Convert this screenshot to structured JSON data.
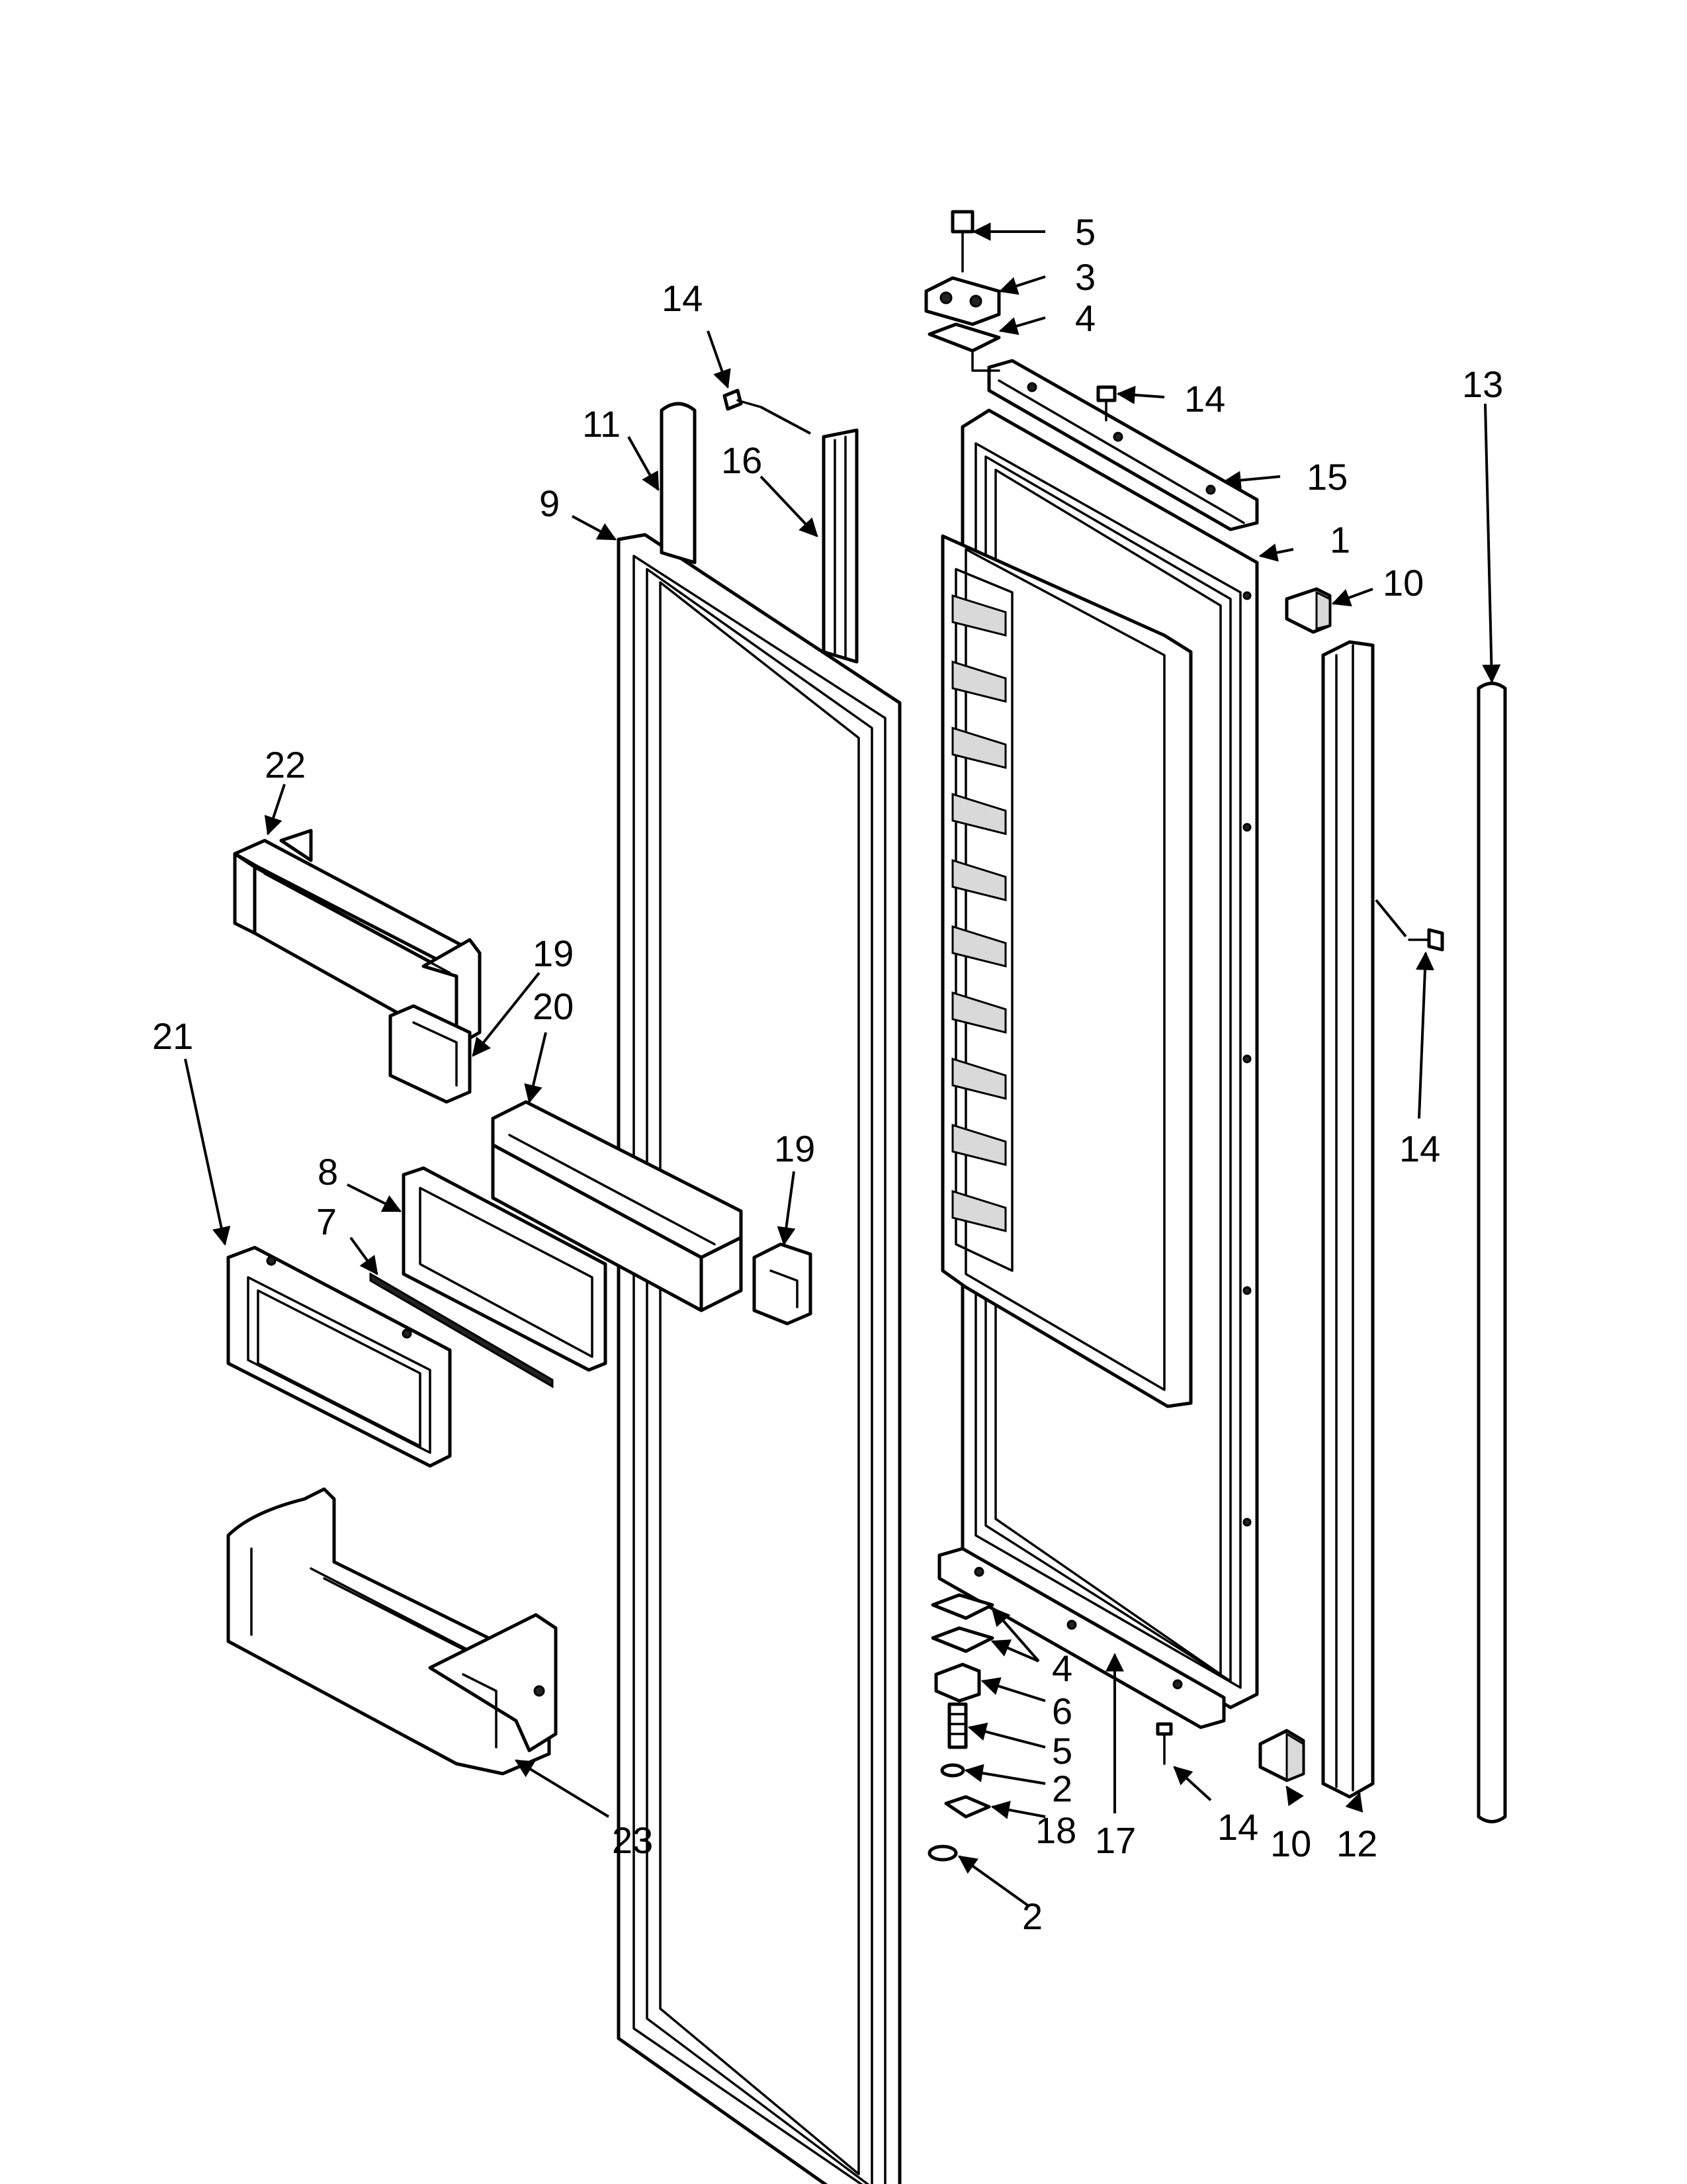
{
  "callouts": {
    "c1": "1",
    "c2a": "2",
    "c2b": "2",
    "c3": "3",
    "c4a": "4",
    "c4b": "4",
    "c5a": "5",
    "c5b": "5",
    "c6": "6",
    "c7": "7",
    "c8": "8",
    "c9": "9",
    "c10a": "10",
    "c10b": "10",
    "c11": "11",
    "c12": "12",
    "c13": "13",
    "c14a": "14",
    "c14b": "14",
    "c14c": "14",
    "c14d": "14",
    "c15": "15",
    "c16": "16",
    "c17": "17",
    "c18": "18",
    "c19a": "19",
    "c19b": "19",
    "c20": "20",
    "c21": "21",
    "c22": "22",
    "c23": "23"
  },
  "colors": {
    "line": "#000000",
    "background": "#ffffff",
    "shade": "#d9d9d9"
  }
}
